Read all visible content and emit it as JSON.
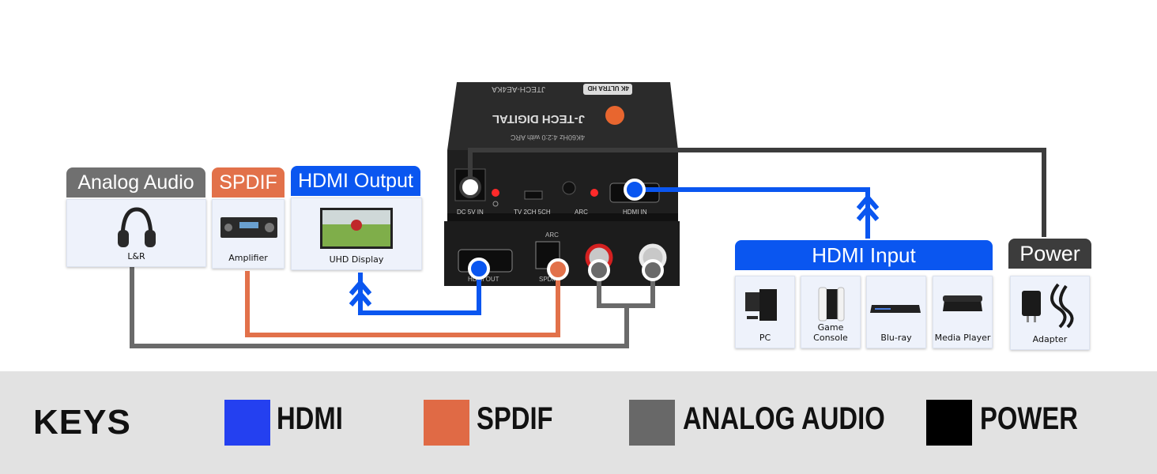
{
  "colors": {
    "hdmi": "#0a56f0",
    "spdif": "#e2714a",
    "analog": "#6a6a6a",
    "power": "#3c3c3c",
    "key_hdmi": "#2440f0",
    "key_spdif": "#e06a45",
    "key_analog": "#686868",
    "key_power": "#000000"
  },
  "outputs": {
    "analog": {
      "header": "Analog Audio",
      "label": "L&R"
    },
    "spdif": {
      "header": "SPDIF",
      "label": "Amplifier"
    },
    "hdmi": {
      "header": "HDMI Output",
      "label": "UHD Display"
    }
  },
  "inputs": {
    "header": "HDMI Input",
    "sources": [
      {
        "label": "PC",
        "icon": "pc-icon"
      },
      {
        "label": "Game Console",
        "icon": "game-console-icon"
      },
      {
        "label": "Blu-ray",
        "icon": "blu-ray-icon"
      },
      {
        "label": "Media Player",
        "icon": "media-player-icon"
      }
    ]
  },
  "power": {
    "header": "Power",
    "label": "Adapter"
  },
  "device": {
    "brand": "J-TECH DIGITAL",
    "model": "JTECH-AE4KA",
    "badge": "4K ULTRA HD",
    "subtitle": "4K60Hz 4:2:0 with ARC",
    "ports_top": {
      "dc": "DC 5V IN",
      "switch": "TV 2CH 5CH",
      "arc": "ARC",
      "hdmi_in": "HDMI IN"
    },
    "ports_front": {
      "arc": "ARC",
      "hdmi_out": "HDMI OUT",
      "spdif": "SPDIF"
    }
  },
  "keys": {
    "title": "KEYS",
    "items": [
      {
        "label": "HDMI"
      },
      {
        "label": "SPDIF"
      },
      {
        "label": "ANALOG AUDIO"
      },
      {
        "label": "POWER"
      }
    ]
  }
}
